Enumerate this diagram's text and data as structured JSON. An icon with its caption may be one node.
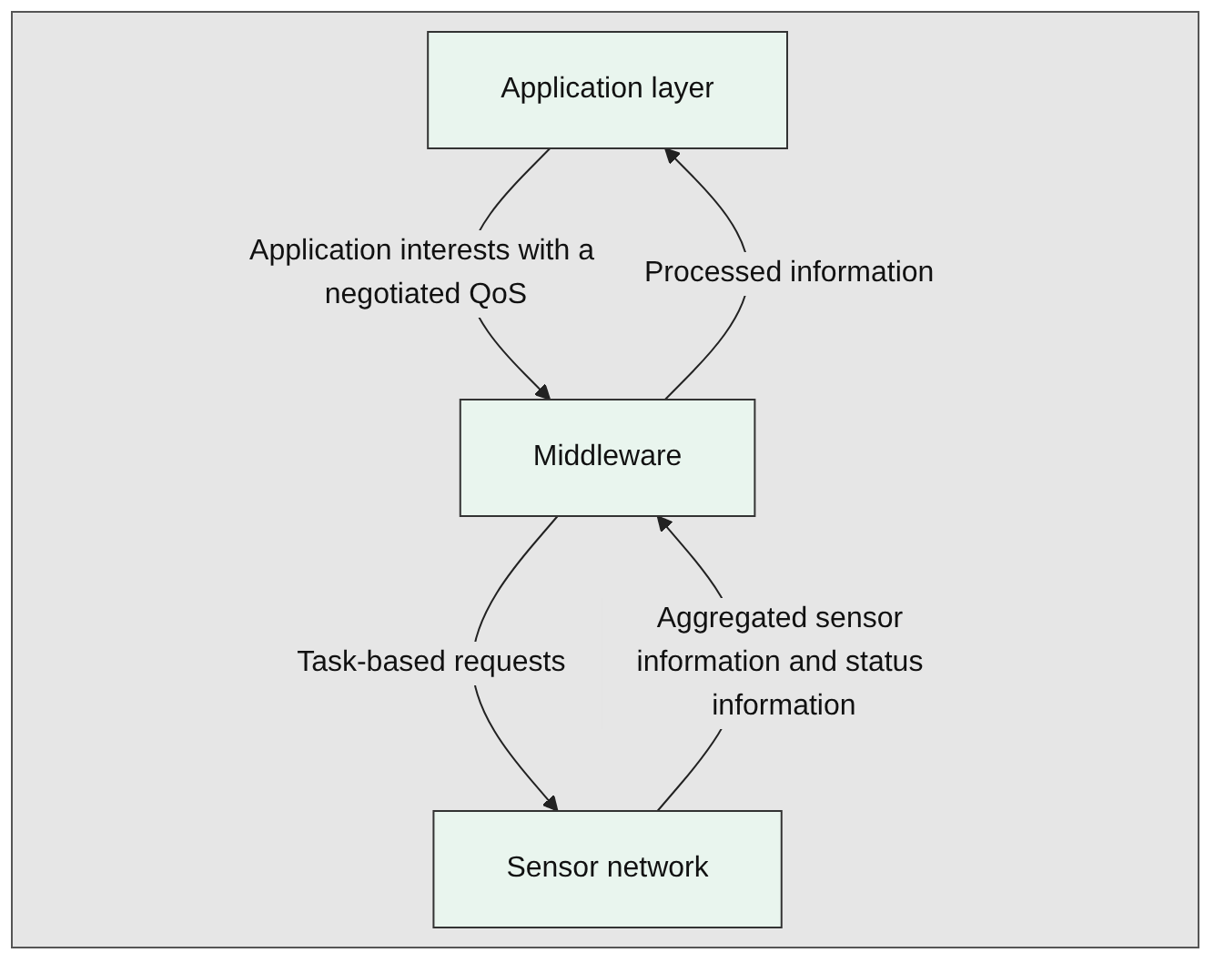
{
  "diagram": {
    "nodes": [
      {
        "text": [
          "Application layer"
        ]
      },
      {
        "text": [
          "Middleware"
        ]
      },
      {
        "text": [
          "Sensor network"
        ]
      }
    ],
    "edges": [
      {
        "from": 0,
        "to": 1,
        "arrow": "to",
        "label": "Application interests with a negotiated QoS"
      },
      {
        "from": 1,
        "to": 0,
        "arrow": "to",
        "label": "Processed information"
      },
      {
        "from": 1,
        "to": 2,
        "arrow": "to",
        "label": "Task-based requests"
      },
      {
        "from": 2,
        "to": 1,
        "arrow": "to",
        "label": "Aggregated sensor information and status information"
      }
    ]
  }
}
